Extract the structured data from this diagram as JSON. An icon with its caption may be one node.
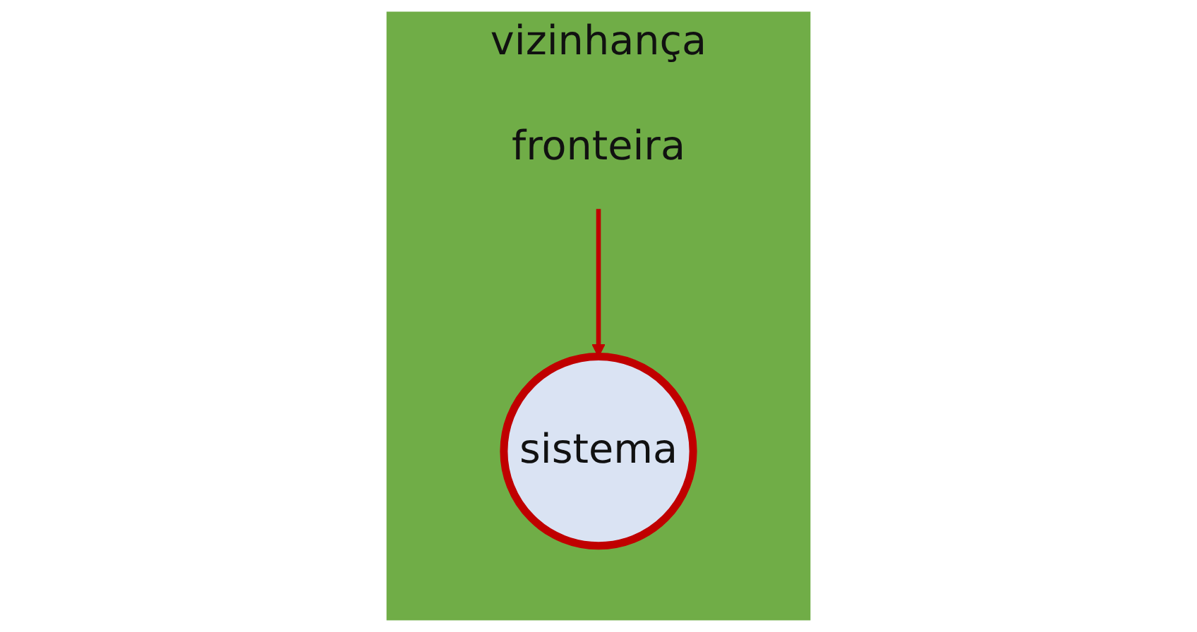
{
  "diagram": {
    "nodes": [
      {
        "text": [
          "vizinhança"
        ]
      },
      {
        "text": [
          "sistema"
        ],
        "in": 0
      },
      {
        "text": [
          "fronteira"
        ],
        "in": 0
      }
    ],
    "edges": [
      {
        "from": 2,
        "to": 1,
        "arrow": "to",
        "color": "#c00000"
      }
    ]
  }
}
